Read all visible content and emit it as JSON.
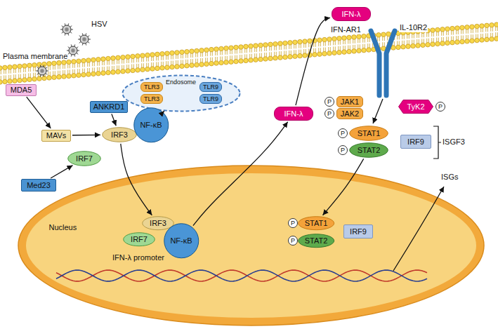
{
  "diagram": {
    "nodes": [
      {
        "text": [
          "MDA5"
        ]
      },
      {
        "text": [
          "Endosome"
        ]
      },
      {
        "text": [
          "TLR3"
        ],
        "in": 1
      },
      {
        "text": [
          "TLR3"
        ],
        "in": 1
      },
      {
        "text": [
          "TLR9"
        ],
        "in": 1
      },
      {
        "text": [
          "TLR9"
        ],
        "in": 1
      },
      {
        "text": [
          "IFN-λ"
        ]
      },
      {
        "text": [
          "JAK1"
        ]
      },
      {
        "text": [
          "JAK2"
        ]
      },
      {
        "text": [
          "TyK2"
        ]
      },
      {
        "text": [
          "MAVs"
        ]
      },
      {
        "text": [
          "ANKRD1"
        ]
      },
      {
        "text": [
          "IRF3"
        ]
      },
      {
        "text": [
          "NF-κB"
        ]
      },
      {
        "text": [
          "IRF7"
        ]
      },
      {
        "text": [
          "Med23"
        ]
      },
      {
        "text": [
          "IFN-λ"
        ]
      },
      {
        "text": [
          "STAT1"
        ]
      },
      {
        "text": [
          "STAT2"
        ]
      },
      {
        "text": [
          "IRF9"
        ]
      },
      {
        "text": [
          "Nucleus"
        ]
      },
      {
        "text": [
          "IRF3"
        ],
        "in": 20
      },
      {
        "text": [
          "IRF7"
        ],
        "in": 20
      },
      {
        "text": [
          "NF-κB"
        ],
        "in": 20
      },
      {
        "text": [
          "STAT1"
        ],
        "in": 20
      },
      {
        "text": [
          "STAT2"
        ],
        "in": 20
      },
      {
        "text": [
          "IRF9"
        ],
        "in": 20
      }
    ],
    "edges": [
      {
        "from": 0,
        "to": 10,
        "arrow": "to"
      },
      {
        "from": 10,
        "to": 12,
        "arrow": "to"
      },
      {
        "from": 11,
        "to": 12,
        "arrow": "to"
      },
      {
        "from": 15,
        "to": 14,
        "arrow": "to"
      },
      {
        "from": 1,
        "to": 13,
        "arrow": "to"
      },
      {
        "from": 12,
        "to": 21,
        "arrow": "to"
      },
      {
        "from": 23,
        "to": 16,
        "arrow": "to"
      },
      {
        "from": 16,
        "to": 6,
        "arrow": "to"
      },
      {
        "from": 18,
        "to": 24,
        "arrow": "to"
      }
    ],
    "labels": [
      "HSV",
      "Plasma membrane",
      "IFN-AR1",
      "IL-10R2",
      "P",
      "P",
      "P",
      "P",
      "P",
      "ISGF3",
      "IFN-λ promoter",
      "P",
      "P",
      "ISGs"
    ]
  }
}
